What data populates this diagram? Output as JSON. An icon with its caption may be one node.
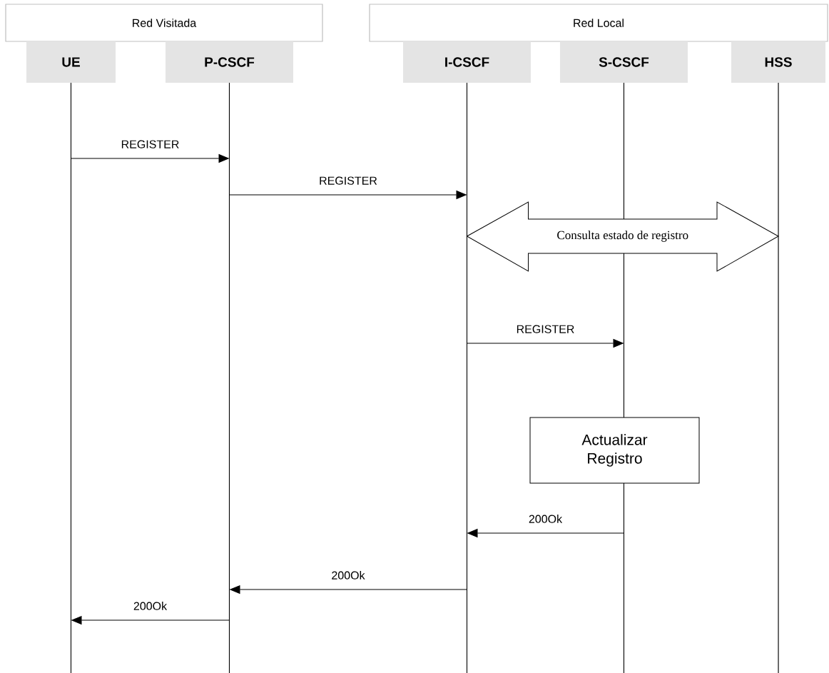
{
  "diagram": {
    "nodes": [
      {
        "text": [
          "Red Visitada"
        ]
      },
      {
        "text": [
          "Red Local"
        ]
      },
      {
        "text": [
          "UE"
        ]
      },
      {
        "text": [
          "P-CSCF"
        ]
      },
      {
        "text": [
          "I-CSCF"
        ]
      },
      {
        "text": [
          "S-CSCF"
        ]
      },
      {
        "text": [
          "HSS"
        ]
      },
      {
        "text": [
          "Actualizar Registro"
        ]
      }
    ],
    "edges": [
      {
        "from": 2,
        "to": 3,
        "arrow": "to",
        "label": "REGISTER"
      },
      {
        "from": 3,
        "to": 4,
        "arrow": "to",
        "label": "REGISTER"
      },
      {
        "from": 4,
        "to": 6,
        "arrow": "both",
        "label": "Consulta estado de registro"
      },
      {
        "from": 4,
        "to": 5,
        "arrow": "to",
        "label": "REGISTER"
      },
      {
        "from": 5,
        "to": 4,
        "arrow": "to",
        "label": "200Ok"
      },
      {
        "from": 4,
        "to": 3,
        "arrow": "to",
        "label": "200Ok"
      },
      {
        "from": 3,
        "to": 2,
        "arrow": "to",
        "label": "200Ok"
      }
    ]
  }
}
